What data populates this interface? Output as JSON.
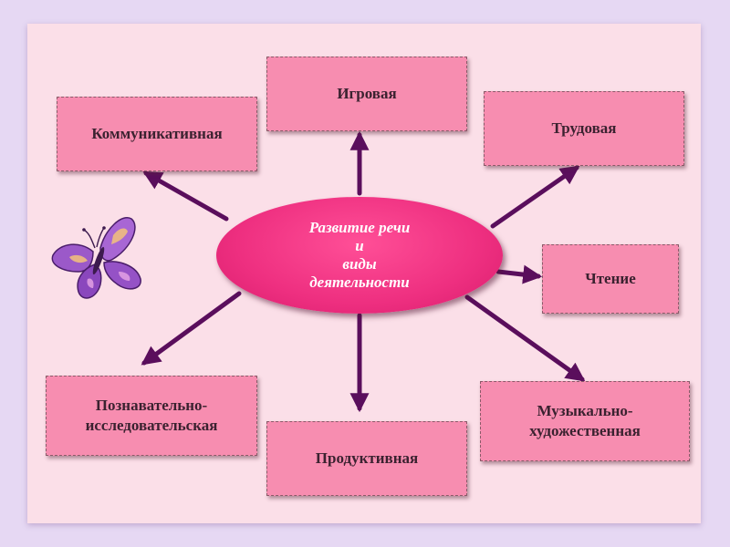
{
  "center": {
    "text": "Развитие речи\nи\nвиды\nдеятельности"
  },
  "boxes": {
    "igrovaya": "Игровая",
    "kommunikativnaya": "Коммуникативная",
    "trudovaya": "Трудовая",
    "chtenie": "Чтение",
    "poznavatelno": "Познавательно-\nисследовательская",
    "produktivnaya": "Продуктивная",
    "muzykalno": "Музыкально-\nхудожественная"
  },
  "colors": {
    "background": "#e6d8f3",
    "slide": "#fbdfe8",
    "box": "#f78db0",
    "center": "#ee2f80",
    "arrow": "#5a0e5c",
    "butterfly": "#9b59c9"
  },
  "icons": {
    "butterfly": "butterfly-icon"
  }
}
